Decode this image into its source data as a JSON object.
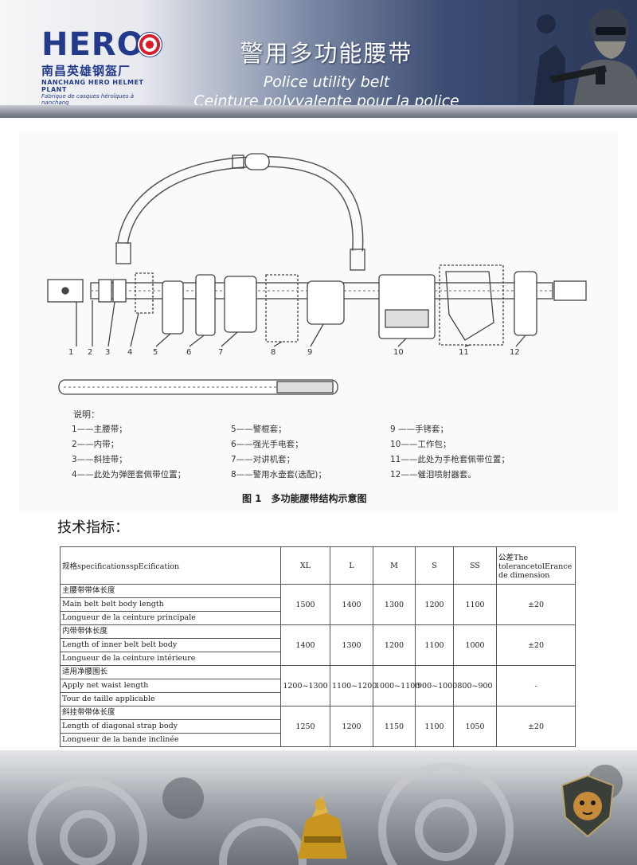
{
  "header": {
    "logo_text": "HERO",
    "company_cn": "南昌英雄钢盔厂",
    "company_en": "NANCHANG HERO HELMET PLANT",
    "company_fr": "Fabrique de casques héroïques à nanchang",
    "title_cn": "警用多功能腰带",
    "title_en": "Police utility belt",
    "title_fr": "Ceinture polyvalente pour la police"
  },
  "diagram": {
    "numbers": [
      "1",
      "2",
      "3",
      "4",
      "5",
      "6",
      "7",
      "8",
      "9",
      "10",
      "11",
      "12"
    ],
    "legend_heading": "说明：",
    "legend": [
      "1——主腰带；",
      "2——内带；",
      "3——斜挂带；",
      "4——此处为弹匣套佩带位置；",
      "5——警棍套；",
      "6——强光手电套；",
      "7——对讲机套；",
      "8——警用水壶套(选配)；",
      "9 ——手铐套；",
      "10——工作包；",
      "11——此处为手枪套佩带位置；",
      "12——催泪喷射器套。"
    ],
    "caption": "图 1　多功能腰带结构示意图"
  },
  "specs": {
    "heading": "技术指标：",
    "header_label": "规格specificationsspEcification",
    "sizes": [
      "XL",
      "L",
      "M",
      "S",
      "SS"
    ],
    "tolerance_header": "公差The tolerancetolErance de dimension",
    "rows": [
      {
        "label_cn": "主腰带带体长度",
        "label_en": "Main belt belt body length",
        "label_fr": "Longueur de la ceinture principale",
        "values": [
          "1500",
          "1400",
          "1300",
          "1200",
          "1100"
        ],
        "tolerance": "±20"
      },
      {
        "label_cn": "内带带体长度",
        "label_en": "Length of inner belt belt body",
        "label_fr": "Longueur de la ceinture intérieure",
        "values": [
          "1400",
          "1300",
          "1200",
          "1100",
          "1000"
        ],
        "tolerance": "±20"
      },
      {
        "label_cn": "适用净腰围长",
        "label_en": "Apply net waist length",
        "label_fr": "Tour de taille applicable",
        "values": [
          "1200~1300",
          "1100~1200",
          "1000~1100",
          "900~1000",
          "800~900"
        ],
        "tolerance": "-"
      },
      {
        "label_cn": "斜挂带带体长度",
        "label_en": "Length of diagonal strap body",
        "label_fr": "Longueur de la bande inclinée",
        "values": [
          "1250",
          "1200",
          "1150",
          "1100",
          "1050"
        ],
        "tolerance": "±20"
      }
    ]
  },
  "colors": {
    "brand_blue": "#233a8b",
    "brand_red": "#d8202a",
    "header_dark": "#2a3658"
  }
}
